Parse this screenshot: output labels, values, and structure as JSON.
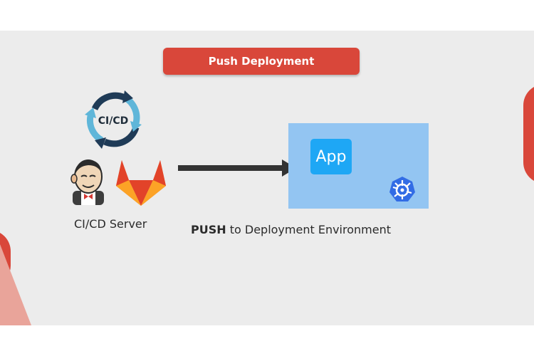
{
  "title": "Push Deployment",
  "cicd_icon_label": "CI/CD",
  "server_label": "CI/CD Server",
  "env": {
    "app_label": "App"
  },
  "caption": {
    "bold": "PUSH",
    "rest": " to Deployment Environment"
  },
  "icons": [
    "cicd-cycle-icon",
    "jenkins-icon",
    "gitlab-icon",
    "arrow-right-icon",
    "kubernetes-icon"
  ],
  "colors": {
    "accent": "#d9473a",
    "env_box": "#93c5f2",
    "app_box": "#1ea7f5",
    "arrow": "#333333",
    "background": "#ececec"
  }
}
